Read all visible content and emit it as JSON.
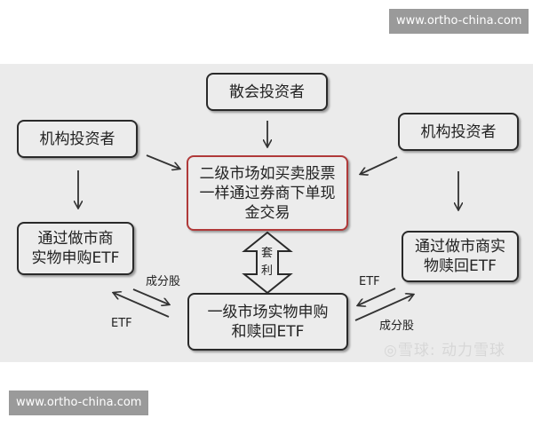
{
  "watermarks": {
    "top": "www.ortho-china.com",
    "bottom": "www.ortho-china.com",
    "xueqiu": "◎雪球: 动力雪球"
  },
  "nodes": {
    "retail": "散会投资者",
    "inst_left": "机构投资者",
    "inst_right": "机构投资者",
    "secondary": "二级市场如买卖股票一样通过券商下单现金交易",
    "create": "通过做市商实物申购ETF",
    "redeem": "通过做市商实物赎回ETF",
    "primary": "一级市场实物申购和赎回ETF"
  },
  "labels": {
    "arbitrage": "套利",
    "left_top": "成分股",
    "left_bottom": "ETF",
    "right_top": "ETF",
    "right_bottom": "成分股"
  },
  "colors": {
    "background": "#ebebeb",
    "border": "#2a2a2a",
    "highlight_border": "#b03a3a"
  }
}
